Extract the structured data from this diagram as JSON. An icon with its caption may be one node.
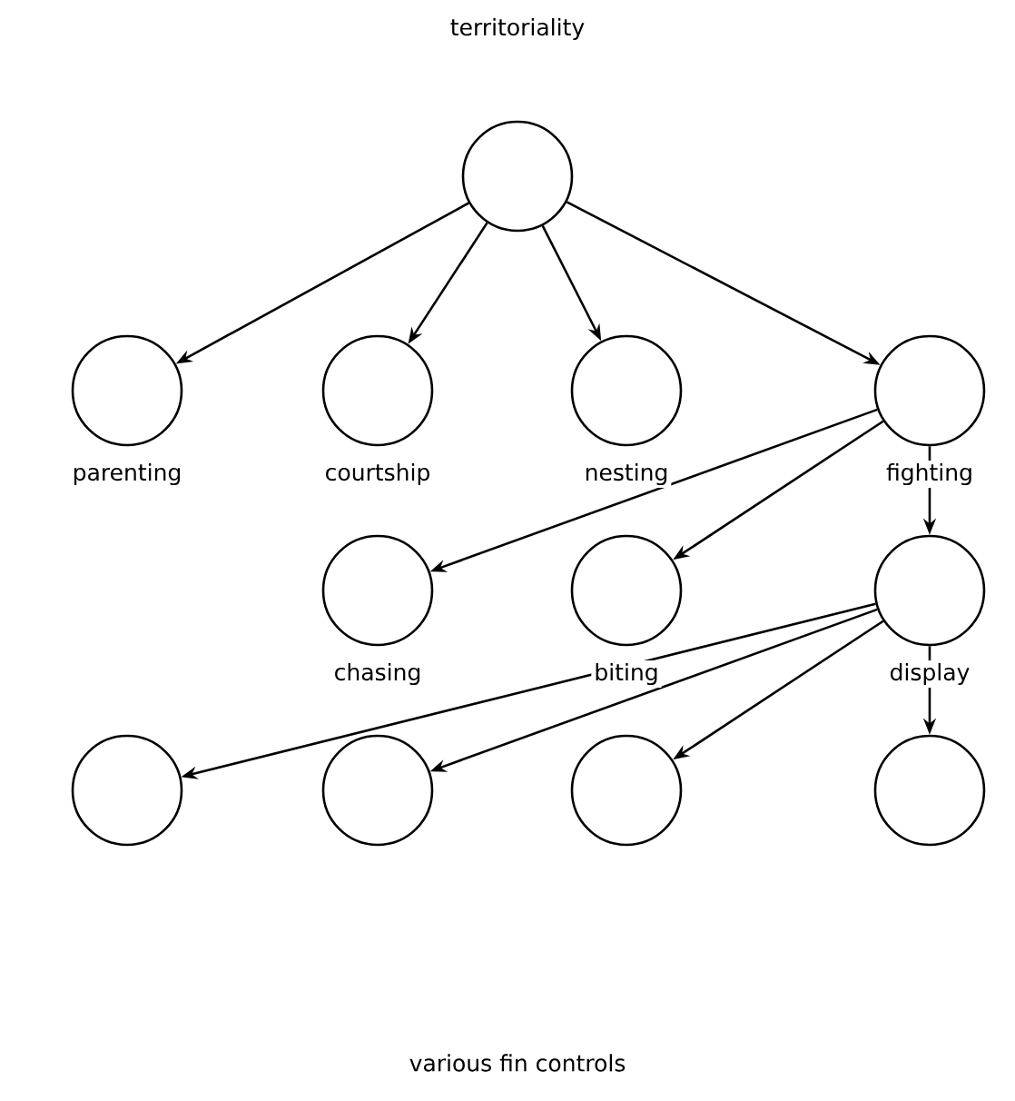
{
  "diagram": {
    "nodes": [
      {
        "text": [
          "territoriality"
        ]
      },
      {
        "text": [
          "parenting"
        ]
      },
      {
        "text": [
          "courtship"
        ]
      },
      {
        "text": [
          "nesting"
        ]
      },
      {
        "text": [
          "fighting"
        ]
      },
      {
        "text": [
          "chasing"
        ]
      },
      {
        "text": [
          "biting"
        ]
      },
      {
        "text": [
          "display"
        ]
      },
      {
        "text": [],
        "shape": "circle"
      },
      {
        "text": [],
        "shape": "circle"
      },
      {
        "text": [],
        "shape": "circle"
      },
      {
        "text": [],
        "shape": "circle"
      }
    ],
    "edges": [
      {
        "from": 0,
        "to": 1,
        "arrow": "to"
      },
      {
        "from": 0,
        "to": 2,
        "arrow": "to"
      },
      {
        "from": 0,
        "to": 3,
        "arrow": "to"
      },
      {
        "from": 0,
        "to": 4,
        "arrow": "to"
      },
      {
        "from": 4,
        "to": 5,
        "arrow": "to"
      },
      {
        "from": 4,
        "to": 6,
        "arrow": "to"
      },
      {
        "from": 4,
        "to": 7,
        "arrow": "to"
      },
      {
        "from": 7,
        "to": 8,
        "arrow": "to"
      },
      {
        "from": 7,
        "to": 9,
        "arrow": "to"
      },
      {
        "from": 7,
        "to": 10,
        "arrow": "to"
      },
      {
        "from": 7,
        "to": 11,
        "arrow": "to"
      }
    ],
    "labels": [
      "various fin controls"
    ]
  }
}
